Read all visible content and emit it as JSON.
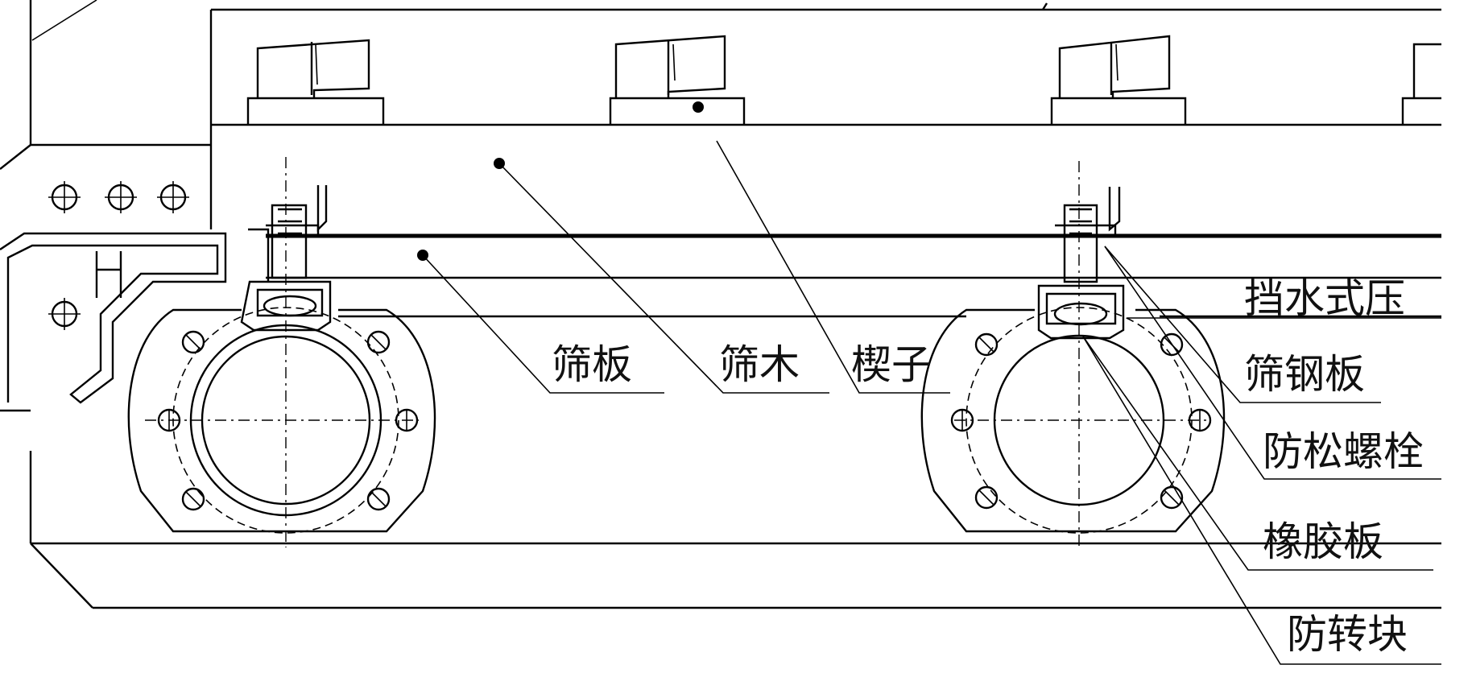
{
  "labels": {
    "shai_ban": "筛板",
    "shai_mu": "筛木",
    "xie_zi": "楔子",
    "dang_shui_shi_ya": "挡水式压",
    "shai_gang_ban": "筛钢板",
    "fang_song_luo_shuan": "防松螺栓",
    "xiang_jiao_ban": "橡胶板",
    "fang_zhuan_kuai": "防转块"
  }
}
